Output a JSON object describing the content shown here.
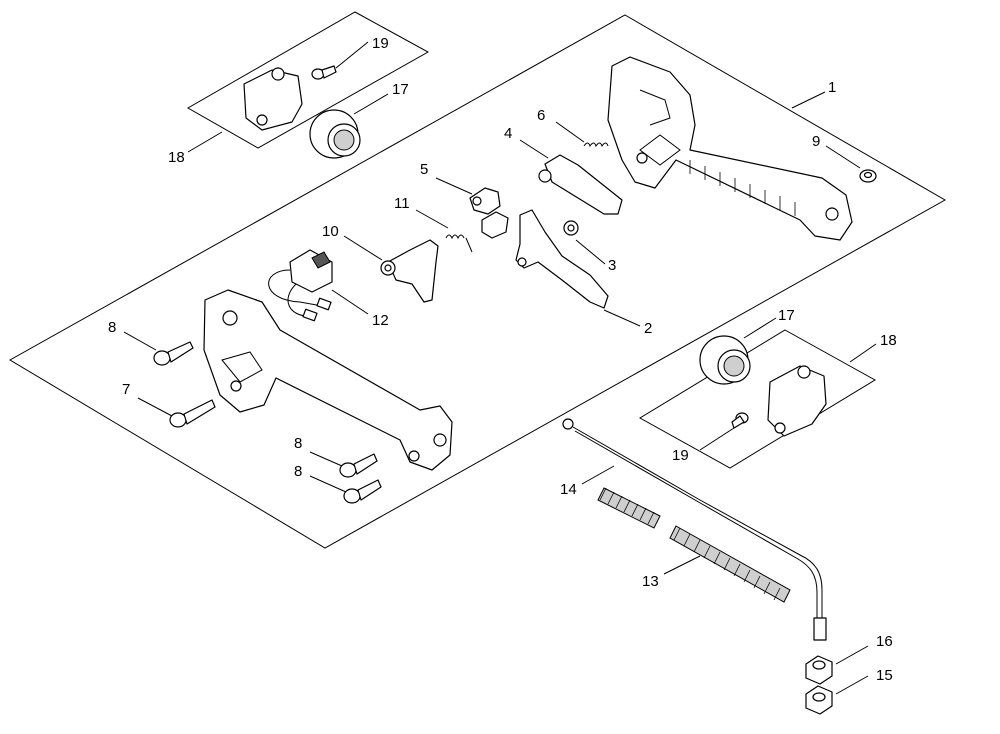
{
  "diagram": {
    "callouts": {
      "c1": "1",
      "c2": "2",
      "c3": "3",
      "c4": "4",
      "c5": "5",
      "c6": "6",
      "c7": "7",
      "c8a": "8",
      "c8b": "8",
      "c8c": "8",
      "c9": "9",
      "c10": "10",
      "c11": "11",
      "c12": "12",
      "c13": "13",
      "c14": "14",
      "c15": "15",
      "c16": "16",
      "c17a": "17",
      "c17b": "17",
      "c18a": "18",
      "c18b": "18",
      "c19a": "19",
      "c19b": "19"
    }
  }
}
